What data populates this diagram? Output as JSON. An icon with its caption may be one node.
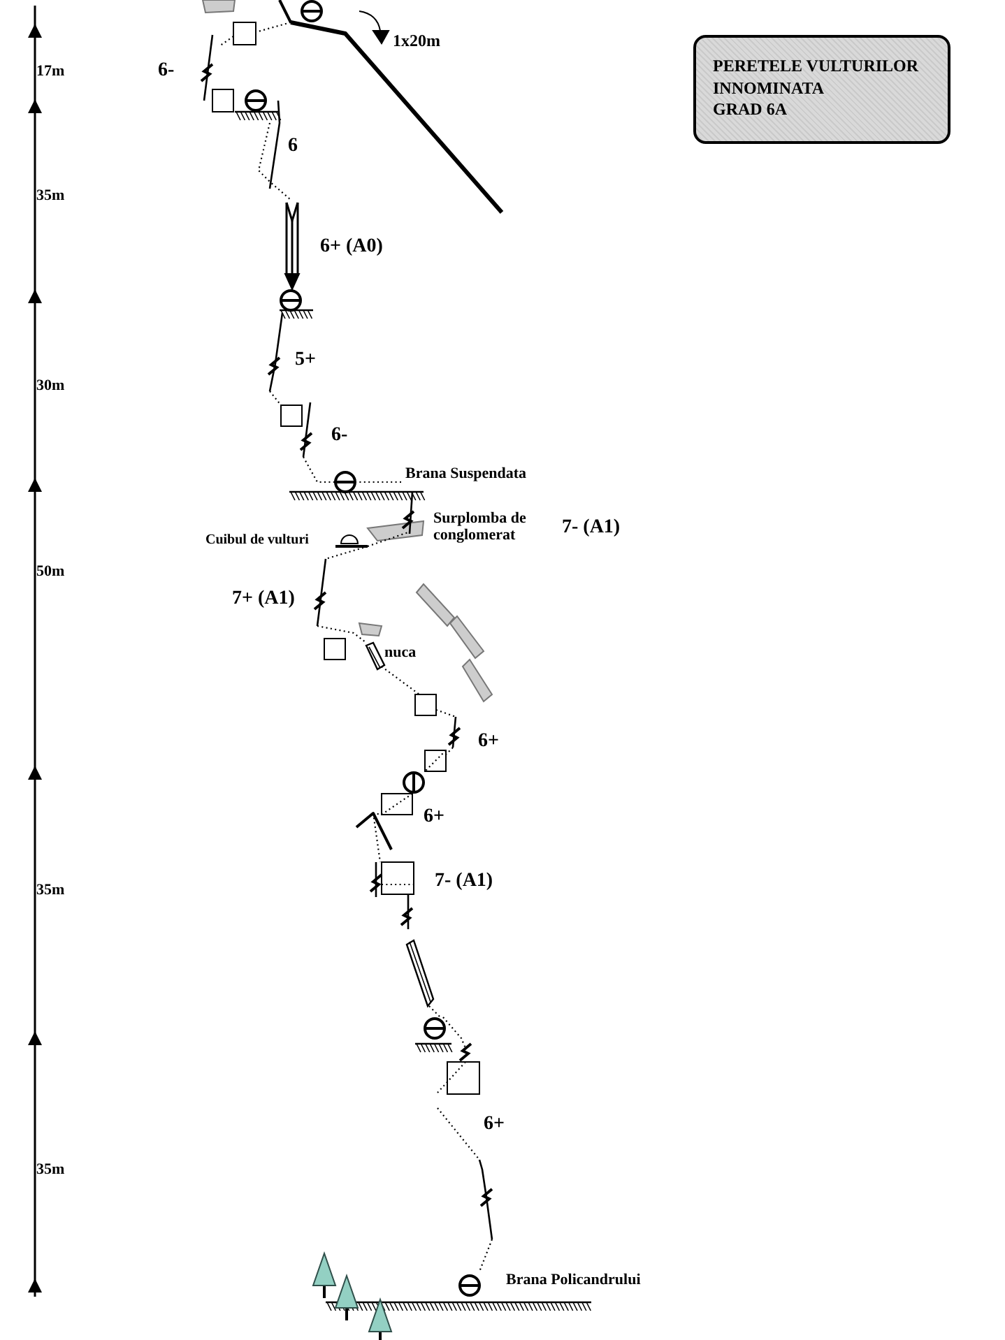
{
  "diagram": {
    "nodes": [
      {
        "text": [
          "PERETELE VULTURILOR",
          "INNOMINATA",
          "GRAD 6A"
        ]
      }
    ],
    "labels": [
      "1x20m",
      "17m",
      "6-",
      "6",
      "35m",
      "6+ (A0)",
      "5+",
      "30m",
      "6-",
      "Brana Suspendata",
      "Surplomba de conglomerat",
      "7- (A1)",
      "Cuibul de vulturi",
      "50m",
      "7+ (A1)",
      "nuca",
      "6+",
      "6+",
      "7- (A1)",
      "35m",
      "6+",
      "35m",
      "Brana Policandrului"
    ]
  }
}
